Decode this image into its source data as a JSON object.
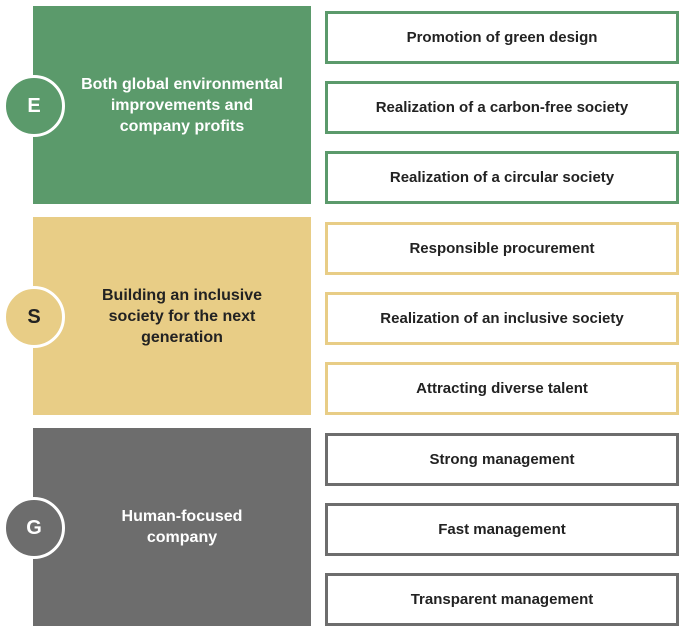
{
  "groups": [
    {
      "letter": "E",
      "description": "Both global environmental\nimprovements and\ncompany profits",
      "color": "#5b9a6b",
      "items": [
        "Promotion of green design",
        "Realization of a carbon-free society",
        "Realization of a circular society"
      ]
    },
    {
      "letter": "S",
      "description": "Building an inclusive\nsociety for the next\ngeneration",
      "color": "#e8cd86",
      "items": [
        "Responsible procurement",
        "Realization of an inclusive society",
        "Attracting diverse talent"
      ]
    },
    {
      "letter": "G",
      "description": "Human-focused\ncompany",
      "color": "#6d6d6d",
      "items": [
        "Strong management",
        "Fast management",
        "Transparent management"
      ]
    }
  ]
}
